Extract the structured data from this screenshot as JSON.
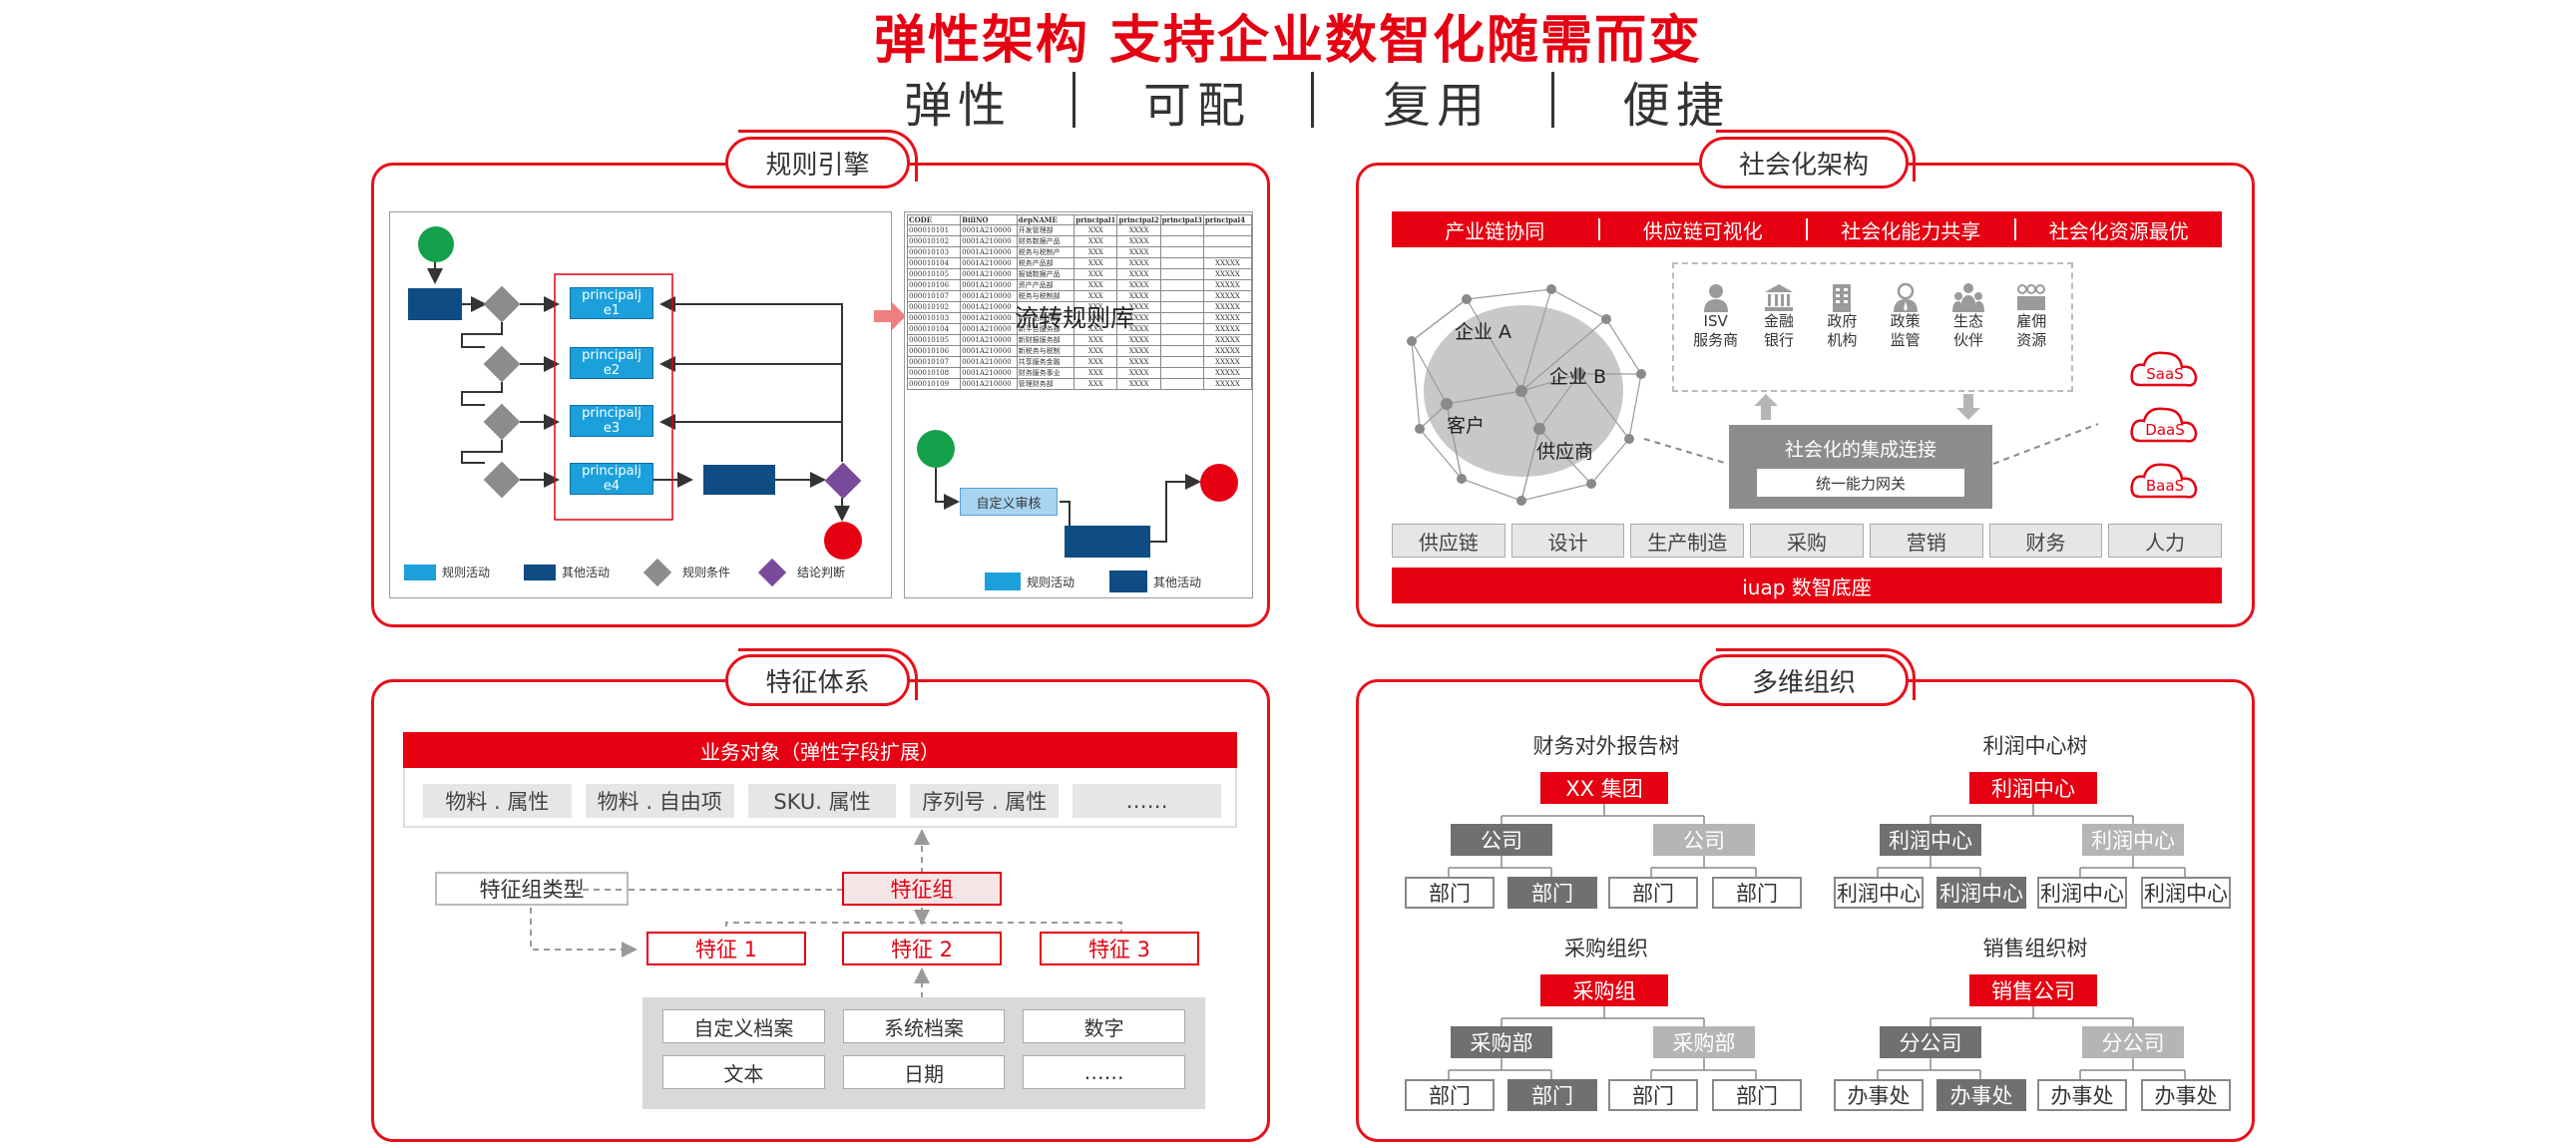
{
  "header": {
    "title": "弹性架构 支持企业数智化随需而变",
    "keywords": [
      "弹性",
      "可配",
      "复用",
      "便捷"
    ]
  },
  "rules_engine": {
    "tag": "规则引擎",
    "nodes": [
      "principalje1",
      "principalje2",
      "principalje3",
      "principalje4"
    ],
    "node_lines": [
      [
        "principalj",
        "e1"
      ],
      [
        "principalj",
        "e2"
      ],
      [
        "principalj",
        "e3"
      ],
      [
        "principalj",
        "e4"
      ]
    ],
    "legend": [
      "规则活动",
      "其他活动",
      "规则条件",
      "结论判断"
    ],
    "library_label": "流转规则库",
    "custom_audit": "自定义审核",
    "legend2": [
      "规则活动",
      "其他活动"
    ],
    "table_headers": [
      "CODE",
      "BillNO",
      "depNAME",
      "principal1",
      "principal2",
      "principal3",
      "principal4"
    ],
    "table_rows": [
      [
        "000010101",
        "0001A210000",
        "开发管理部",
        "XXX",
        "XXXX",
        "",
        ""
      ],
      [
        "000010102",
        "0001A210000",
        "财务数据产品",
        "XXX",
        "XXXX",
        "",
        ""
      ],
      [
        "000010103",
        "0001A210000",
        "税务与税制产",
        "XXX",
        "XXXX",
        "",
        ""
      ],
      [
        "000010104",
        "0001A210000",
        "税务产品部",
        "XXX",
        "XXXX",
        "",
        "XXXXX"
      ],
      [
        "000010105",
        "0001A210000",
        "报销数据产品",
        "XXX",
        "XXXX",
        "",
        "XXXXX"
      ],
      [
        "000010106",
        "0001A210000",
        "资产产品部",
        "XXX",
        "XXXX",
        "",
        "XXXXX"
      ],
      [
        "000010107",
        "0001A210000",
        "税务与税制部",
        "XXX",
        "XXXX",
        "",
        "XXXXX"
      ],
      [
        "000010102",
        "0001A210000",
        "",
        "XXX",
        "XXXX",
        "",
        "XXXXX"
      ],
      [
        "000010103",
        "0001A210000",
        "新产品研究院",
        "XXX",
        "XXXX",
        "",
        "XXXXX"
      ],
      [
        "000010104",
        "0001A210000",
        "新平台服务部",
        "XXX",
        "XXXX",
        "",
        "XXXXX"
      ],
      [
        "000010105",
        "0001A210000",
        "新财报服务部",
        "XXX",
        "XXXX",
        "",
        "XXXXX"
      ],
      [
        "000010106",
        "0001A210000",
        "新税务与税制",
        "XXX",
        "XXXX",
        "",
        "XXXXX"
      ],
      [
        "000010107",
        "0001A210000",
        "共享服务金融",
        "XXX",
        "XXXX",
        "",
        "XXXXX"
      ],
      [
        "000010108",
        "0001A210000",
        "财务服务事业",
        "XXX",
        "XXXX",
        "",
        "XXXXX"
      ],
      [
        "000010109",
        "0001A210000",
        "管理财务部",
        "XXX",
        "XXXX",
        "",
        "XXXXX"
      ]
    ]
  },
  "social": {
    "tag": "社会化架构",
    "top_items": [
      "产业链协同",
      "供应链可视化",
      "社会化能力共享",
      "社会化资源最优"
    ],
    "globe_labels": [
      "企业 A",
      "企业 B",
      "客户",
      "供应商"
    ],
    "icons": [
      {
        "label1": "ISV",
        "label2": "服务商",
        "icon": "person-icon"
      },
      {
        "label1": "金融",
        "label2": "银行",
        "icon": "bank-icon"
      },
      {
        "label1": "政府",
        "label2": "机构",
        "icon": "government-building-icon"
      },
      {
        "label1": "政策",
        "label2": "监管",
        "icon": "regulator-icon"
      },
      {
        "label1": "生态",
        "label2": "伙伴",
        "icon": "partners-icon"
      },
      {
        "label1": "雇佣",
        "label2": "资源",
        "icon": "workforce-icon"
      }
    ],
    "integration_title": "社会化的集成连接",
    "gateway": "统一能力网关",
    "clouds": [
      "SaaS",
      "DaaS",
      "BaaS"
    ],
    "modules": [
      "供应链",
      "设计",
      "生产制造",
      "采购",
      "营销",
      "财务",
      "人力"
    ],
    "base": "iuap 数智底座"
  },
  "features": {
    "tag": "特征体系",
    "business_object": "业务对象（弹性字段扩展）",
    "attrs": [
      "物料 . 属性",
      "物料 . 自由项",
      "SKU. 属性",
      "序列号 . 属性",
      "……"
    ],
    "group_type": "特征组类型",
    "group": "特征组",
    "items": [
      "特征 1",
      "特征 2",
      "特征 3"
    ],
    "sources": [
      "自定义档案",
      "系统档案",
      "数字",
      "文本",
      "日期",
      "……"
    ]
  },
  "org": {
    "tag": "多维组织",
    "trees": [
      {
        "title": "财务对外报告树",
        "root": "XX 集团",
        "children": [
          "公司",
          "公司"
        ],
        "leaves": [
          "部门",
          "部门",
          "部门",
          "部门"
        ]
      },
      {
        "title": "利润中心树",
        "root": "利润中心",
        "children": [
          "利润中心",
          "利润中心"
        ],
        "leaves": [
          "利润中心",
          "利润中心",
          "利润中心",
          "利润中心"
        ]
      },
      {
        "title": "采购组织",
        "root": "采购组",
        "children": [
          "采购部",
          "采购部"
        ],
        "leaves": [
          "部门",
          "部门",
          "部门",
          "部门"
        ]
      },
      {
        "title": "销售组织树",
        "root": "销售公司",
        "children": [
          "分公司",
          "分公司"
        ],
        "leaves": [
          "办事处",
          "办事处",
          "办事处",
          "办事处"
        ]
      }
    ]
  },
  "colors": {
    "brand_red": "#e60012",
    "navy": "#0f4c84",
    "rule_blue": "#1ba0dc",
    "rule_diamond": "#8c8c8c",
    "conclusion_diamond": "#7a4a9c",
    "start_green": "#14a04a"
  }
}
